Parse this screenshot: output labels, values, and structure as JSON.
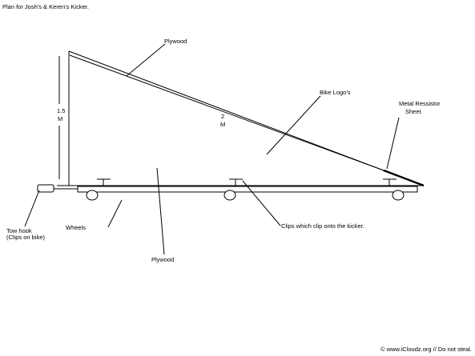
{
  "title": "Plan for Josh's & Keren's Kicker.",
  "labels": {
    "plywood_top": "Plywood",
    "bike_logos": "Bike Logo's",
    "metal_line1": "Metal Ressistor",
    "metal_line2": "Sheet",
    "height_value": "1.5",
    "height_unit": "M",
    "slope_value": "2",
    "slope_unit": "M",
    "tow_line1": "Tow hook",
    "tow_line2": "(Clips on bike)",
    "wheels": "Wheels",
    "clips": "Clips which clip onto the kicker.",
    "plywood_bottom": "Plywood"
  },
  "footer": "© www.iCloudz.org // Do not steal."
}
